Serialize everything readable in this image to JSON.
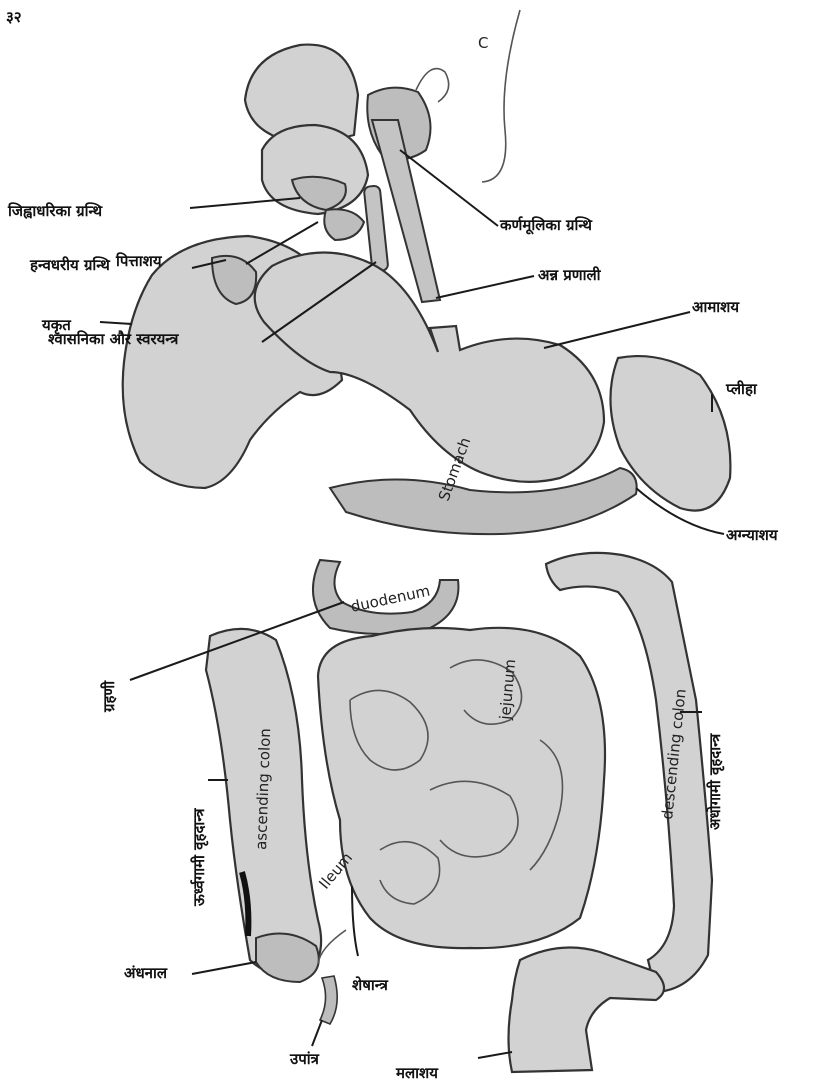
{
  "page_number": "३२",
  "corner_letter": "C",
  "labels": {
    "sublingual_gland": "जिह्वाधरिका ग्रन्थि",
    "submandibular_gland": "हन्वधरीय ग्रन्थि",
    "trachea_larynx": "श्वासनिका और स्वरयन्त्र",
    "parotid_gland": "कर्णमूलिका ग्रन्थि",
    "oesophagus": "अन्न प्रणाली",
    "stomach": "आमाशय",
    "spleen": "प्लीहा",
    "gall_bladder": "पित्ताशय",
    "liver": "यकृत",
    "pancreas": "अग्न्याशय",
    "duodenum": "ग्रहणी",
    "ascending_colon": "ऊर्ध्वगामी वृहदान्त्र",
    "descending_colon": "अधोगामी वृहदान्त्र",
    "caecum": "अंधनाल",
    "ileum": "शेषान्त्र",
    "appendix": "उपांत्र",
    "rectum": "मलाशय"
  },
  "inner_labels": {
    "stomach": "Stomach",
    "duodenum": "duodenum",
    "jejunum": "jejunum",
    "ascending_colon": "ascending colon",
    "descending_colon": "descending colon",
    "ileum": "Ileum"
  },
  "colors": {
    "organ_fill": "#d2d2d2",
    "outline": "#333333",
    "ink": "#111111"
  }
}
